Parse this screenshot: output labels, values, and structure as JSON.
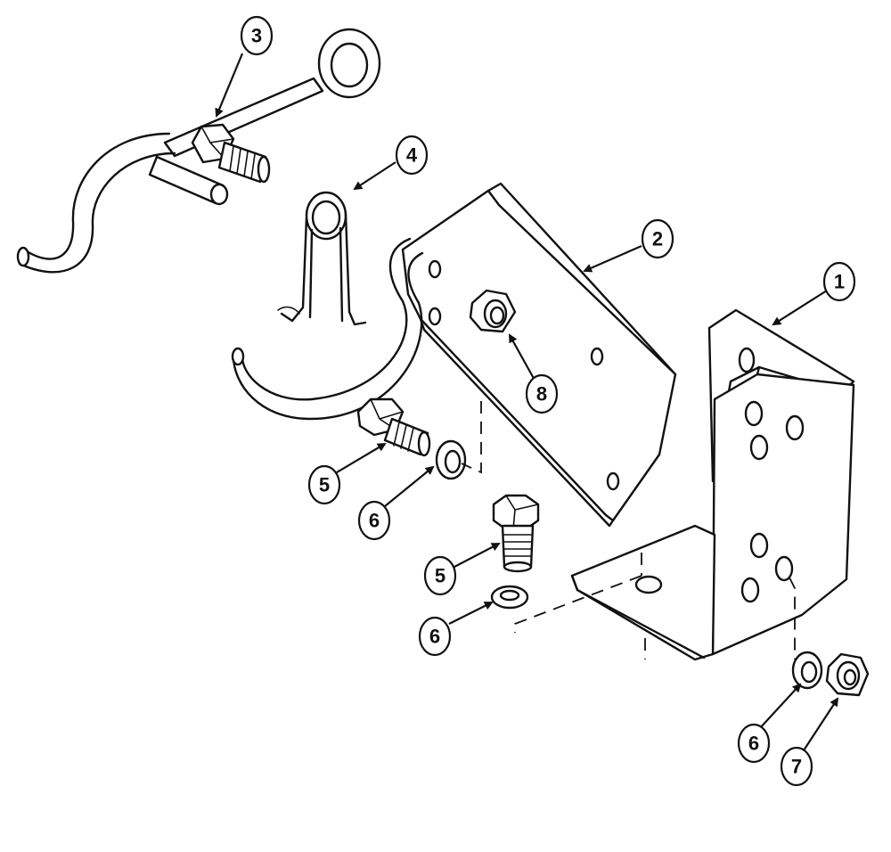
{
  "diagram": {
    "callouts": [
      {
        "id": "c1",
        "label": "1"
      },
      {
        "id": "c2",
        "label": "2"
      },
      {
        "id": "c3",
        "label": "3"
      },
      {
        "id": "c4",
        "label": "4"
      },
      {
        "id": "c5a",
        "label": "5"
      },
      {
        "id": "c5b",
        "label": "5"
      },
      {
        "id": "c6a",
        "label": "6"
      },
      {
        "id": "c6b",
        "label": "6"
      },
      {
        "id": "c6c",
        "label": "6"
      },
      {
        "id": "c7",
        "label": "7"
      },
      {
        "id": "c8",
        "label": "8"
      }
    ],
    "colors": {
      "ink": "#111111",
      "paper": "#ffffff"
    }
  }
}
